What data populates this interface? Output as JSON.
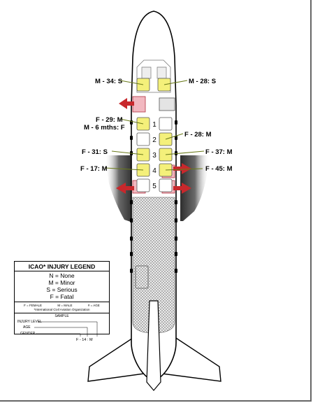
{
  "seat_rows": [
    "1",
    "2",
    "3",
    "4",
    "5"
  ],
  "occupants": [
    {
      "label": "M - 34: S",
      "side": "left"
    },
    {
      "label": "M - 28: S",
      "side": "right"
    },
    {
      "label": "F - 29: M",
      "side": "left"
    },
    {
      "label": "M - 6 mths: F",
      "side": "left"
    },
    {
      "label": "F - 28: M",
      "side": "right"
    },
    {
      "label": "F - 31: S",
      "side": "left"
    },
    {
      "label": "F - 37: M",
      "side": "right"
    },
    {
      "label": "F - 17: M",
      "side": "left"
    },
    {
      "label": "F - 45: M",
      "side": "right"
    }
  ],
  "legend": {
    "title": "ICAO* INJURY LEGEND",
    "lines": [
      "N = None",
      "M = Minor",
      "S = Serious",
      "F = Fatal"
    ],
    "codes": [
      "F = FEMALE",
      "M = MALE",
      "# = AGE"
    ],
    "note": "*International Civil Aviation Organization",
    "sample_title": "SAMPLE",
    "sample_keys": [
      "INJURY LEVEL",
      "AGE",
      "GENDER"
    ],
    "sample_value": "F - 14 : M"
  },
  "colors": {
    "exit_arrow": "#c8282c",
    "exit_highlight": "#f2b8c0",
    "fire_damage": "#555555",
    "occupant_seat": "#f4f07a",
    "occupant_line": "#6a7a1a"
  }
}
